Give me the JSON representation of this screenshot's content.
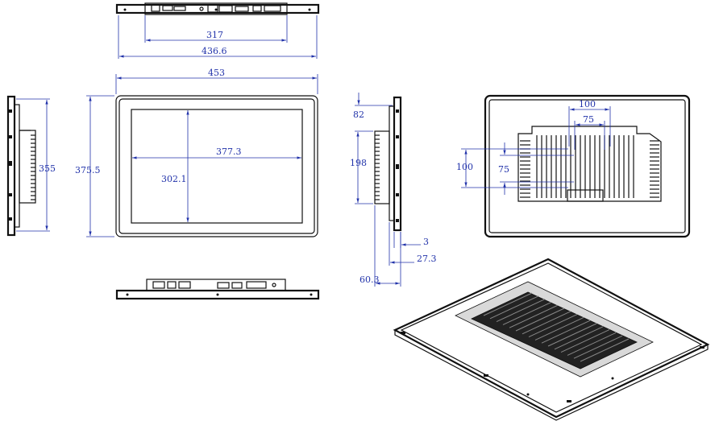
{
  "dimensions": {
    "top_cutout_width": "317",
    "top_total_width": "436.6",
    "front_width": "453",
    "front_height": "375.5",
    "screen_width": "377.3",
    "screen_height": "302.1",
    "left_side_height": "355",
    "right_side_top_offset": "82",
    "right_side_mount_height": "198",
    "right_side_bezel": "3",
    "right_side_depth_small": "27.3",
    "right_side_depth_total": "60.3",
    "vesa_outer_horizontal": "100",
    "vesa_inner_horizontal": "75",
    "vesa_outer_vertical": "100",
    "vesa_inner_vertical": "75"
  }
}
